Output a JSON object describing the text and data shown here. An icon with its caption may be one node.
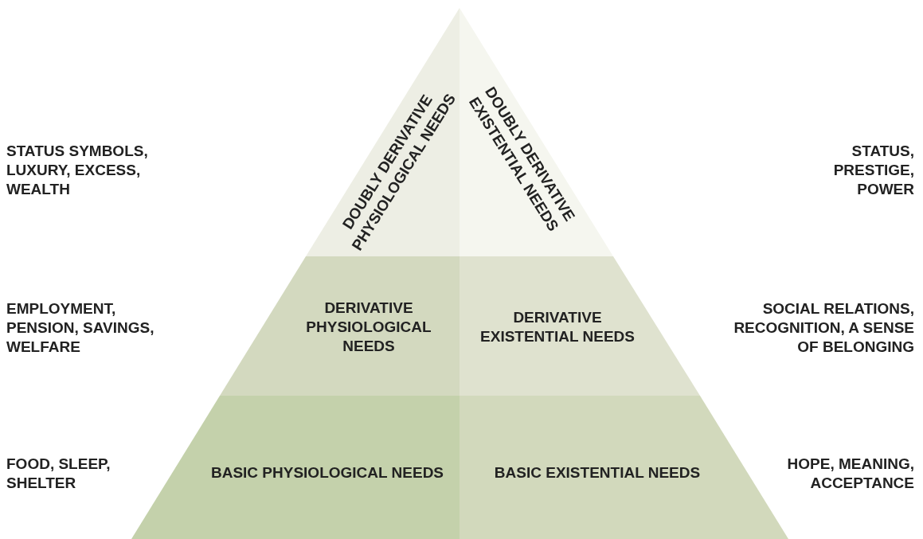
{
  "diagram": {
    "nodes": [
      {
        "text": [
          "DOUBLY DERIVATIVE PHYSIOLOGICAL NEEDS"
        ]
      },
      {
        "text": [
          "DOUBLY DERIVATIVE EXISTENTIAL NEEDS"
        ]
      },
      {
        "text": [
          "DERIVATIVE PHYSIOLOGICAL NEEDS"
        ]
      },
      {
        "text": [
          "DERIVATIVE EXISTENTIAL NEEDS"
        ]
      },
      {
        "text": [
          "BASIC PHYSIOLOGICAL NEEDS"
        ]
      },
      {
        "text": [
          "BASIC EXISTENTIAL NEEDS"
        ]
      }
    ],
    "labels": [
      "STATUS SYMBOLS, LUXURY, EXCESS, WEALTH",
      "STATUS, PRESTIGE, POWER",
      "EMPLOYMENT, PENSION, SAVINGS, WELFARE",
      "SOCIAL RELATIONS, RECOGNITION, A SENSE OF BELONGING",
      "FOOD, SLEEP, SHELTER",
      "HOPE, MEANING, ACCEPTANCE"
    ]
  }
}
